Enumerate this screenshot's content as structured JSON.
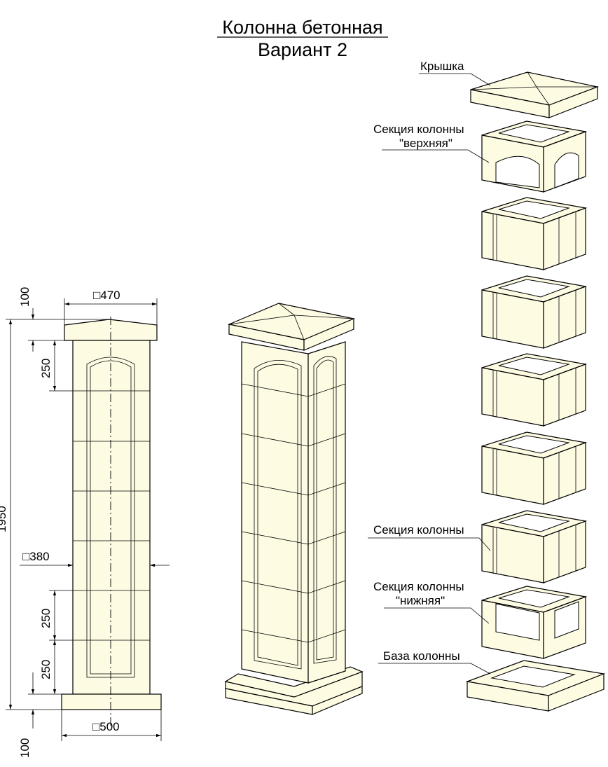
{
  "title": {
    "line1": "Колонна бетонная",
    "line2": "Вариант 2"
  },
  "labels": {
    "cap": "Крышка",
    "upper_section_1": "Секция колонны",
    "upper_section_2": "\"верхняя\"",
    "section": "Секция колонны",
    "lower_section_1": "Секция колонны",
    "lower_section_2": "\"нижняя\"",
    "base": "База колонны"
  },
  "dimensions": {
    "cap_width": "□470",
    "body_width": "□380",
    "base_width": "□500",
    "cap_height": "100",
    "top_section": "250",
    "total_height": "1950",
    "section_a": "250",
    "section_b": "250",
    "base_height": "100"
  },
  "colors": {
    "concrete": "#fdfbe2",
    "line": "#000000"
  }
}
